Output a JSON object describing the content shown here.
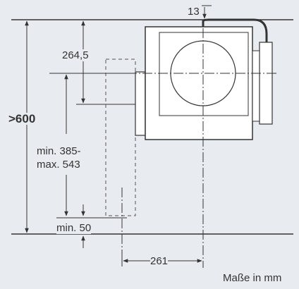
{
  "labels": {
    "top_gap": "13",
    "center_height": "264,5",
    "total_height": ">600",
    "range_min": "min. 385-",
    "range_max": "max. 543",
    "floor_gap": "min. 50",
    "center_offset": "261",
    "units_note": "Maße in mm"
  },
  "colors": {
    "background": "#e8ecf1",
    "line": "#333333",
    "dashed": "#555555",
    "unit_fill": "#ffffff"
  }
}
